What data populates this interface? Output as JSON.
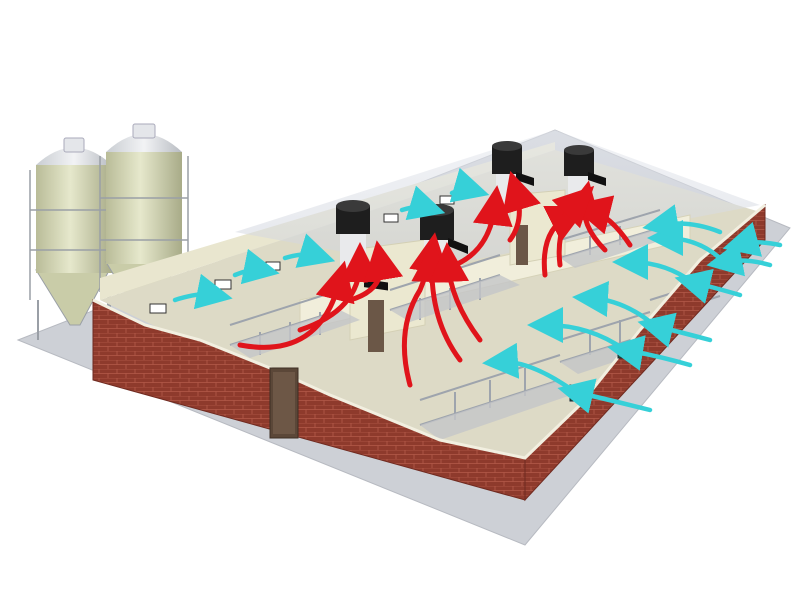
{
  "colors": {
    "background": "#ffffff",
    "ground": "#c9ccd2",
    "brick": "#8e3a2c",
    "brick_dark": "#6f2a20",
    "mortar": "#b45a49",
    "wall_interior": "#efecd6",
    "floor": "#dcd9c4",
    "roof_glass": "#d7dbe4",
    "silo_body": "#d6d8b8",
    "silo_frame": "#9a9fa6",
    "warm_air": "#e0141b",
    "fresh_air": "#36d0d8",
    "exhaust_fan": "#222222",
    "pen_rail": "#9ea4ad",
    "door": "#5b4738"
  },
  "components": {
    "silos": [
      "feed-silo-left",
      "feed-silo-right"
    ],
    "exhaust_fans": [
      "exhaust-chimney-1",
      "exhaust-chimney-2",
      "exhaust-chimney-3",
      "exhaust-chimney-4"
    ],
    "side_inlets": [
      "side-air-inlet-1",
      "side-air-inlet-2",
      "side-air-inlet-3",
      "side-air-inlet-4",
      "side-air-inlet-5"
    ],
    "ceiling_inlets": [
      "ceiling-inlet-1",
      "ceiling-inlet-2",
      "ceiling-inlet-3",
      "ceiling-inlet-4",
      "ceiling-inlet-5"
    ],
    "icons": {
      "warm_air": "curved-red-arrow-icon",
      "fresh_air": "curved-cyan-arrow-icon",
      "fan": "chimney-fan-icon"
    }
  }
}
